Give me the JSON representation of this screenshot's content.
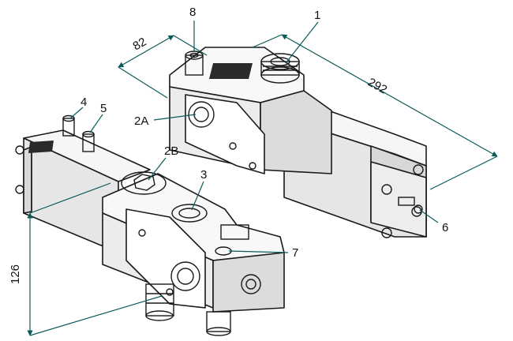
{
  "colors": {
    "line": "#1a1a1a",
    "leader": "#0b5b5b",
    "face_light": "#ffffff",
    "face_mid": "#f2f2f2",
    "face_dark": "#e2e2e2",
    "shadow": "#9a9a9a"
  },
  "callouts": {
    "c1": "1",
    "c2a": "2A",
    "c2b": "2B",
    "c3": "3",
    "c4": "4",
    "c5": "5",
    "c6": "6",
    "c7": "7",
    "c8": "8"
  },
  "dimensions": {
    "depth": "82",
    "length": "292",
    "height": "126"
  }
}
